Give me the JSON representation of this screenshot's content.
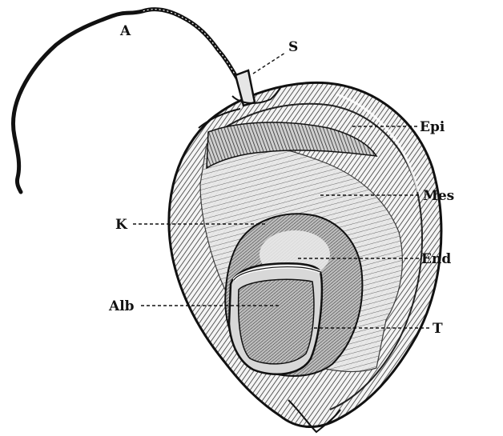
{
  "figure": {
    "labels": {
      "A": "A",
      "S": "S",
      "Epi": "Epi",
      "Mes": "Mes",
      "K": "K",
      "End": "End",
      "Alb": "Alb",
      "T": "T"
    }
  }
}
